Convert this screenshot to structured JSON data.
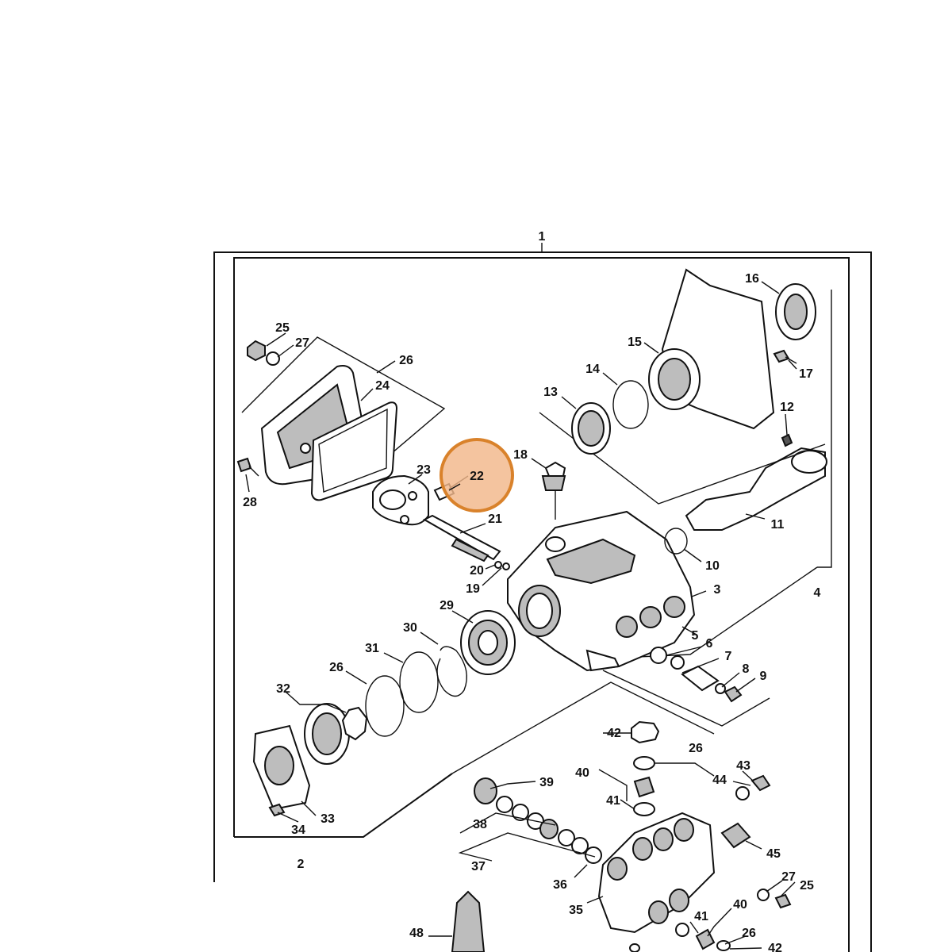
{
  "highlight_color": "#d9822b",
  "highlight_fill": "#f2b78a",
  "highlighted_part": "22",
  "callouts": {
    "c1": "1",
    "c2": "2",
    "c3": "3",
    "c4": "4",
    "c5": "5",
    "c6": "6",
    "c7": "7",
    "c8": "8",
    "c9": "9",
    "c10": "10",
    "c11": "11",
    "c12": "12",
    "c13": "13",
    "c14": "14",
    "c15": "15",
    "c16": "16",
    "c17": "17",
    "c18": "18",
    "c19": "19",
    "c20": "20",
    "c21": "21",
    "c22": "22",
    "c23": "23",
    "c24": "24",
    "c25a": "25",
    "c25b": "25",
    "c26a": "26",
    "c26b": "26",
    "c26c": "26",
    "c26d": "26",
    "c27a": "27",
    "c27b": "27",
    "c28": "28",
    "c29": "29",
    "c30": "30",
    "c31": "31",
    "c32": "32",
    "c33": "33",
    "c34": "34",
    "c35": "35",
    "c36": "36",
    "c37": "37",
    "c38": "38",
    "c39": "39",
    "c40a": "40",
    "c40b": "40",
    "c41a": "41",
    "c41b": "41",
    "c42a": "42",
    "c42b": "42",
    "c43": "43",
    "c44": "44",
    "c45": "45",
    "c48": "48"
  }
}
